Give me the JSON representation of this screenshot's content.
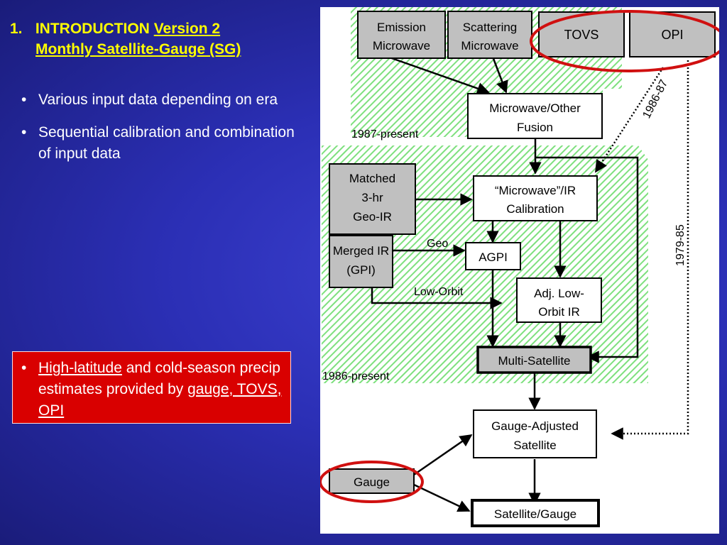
{
  "title": {
    "number": "1.",
    "main": "INTRODUCTION",
    "version": "Version 2",
    "subtitle": "Monthly Satellite-Gauge (SG)"
  },
  "bullets": [
    "Various input data depending on era",
    "Sequential calibration and combination of input data"
  ],
  "highlight": {
    "bullet": "•",
    "part1": "High-latitude",
    "part2": " and cold-season precip estimates provided by ",
    "part3": "gauge, TOVS, OPI"
  },
  "diagram": {
    "boxes": {
      "emission": [
        "Emission",
        "Microwave"
      ],
      "scattering": [
        "Scattering",
        "Microwave"
      ],
      "tovs": [
        "TOVS"
      ],
      "opi": [
        "OPI"
      ],
      "fusion": [
        "Microwave/Other",
        "Fusion"
      ],
      "geoir": [
        "Matched",
        "3-hr",
        "Geo-IR"
      ],
      "calib": [
        "“Microwave”/IR",
        "Calibration"
      ],
      "gpi": [
        "Merged IR",
        "(GPI)"
      ],
      "agpi": [
        "AGPI"
      ],
      "adjlow": [
        "Adj. Low-",
        "Orbit IR"
      ],
      "multisat": [
        "Multi-Satellite"
      ],
      "gaugeadj": [
        "Gauge-Adjusted",
        "Satellite"
      ],
      "gauge": [
        "Gauge"
      ],
      "satgauge": [
        "Satellite/Gauge"
      ]
    },
    "labels": {
      "era1987": "1987-present",
      "era1986": "1986-present",
      "geo": "Geo",
      "loworbit": "Low-Orbit",
      "tovs_years": "1986-87",
      "opi_years": "1979-85"
    }
  },
  "colors": {
    "background": "#2b2fb5",
    "title": "#ffff00",
    "highlight_box": "#d90000",
    "box_gray": "#c0c0c0",
    "hatch": "#7ee07e",
    "circle": "#d01010"
  }
}
